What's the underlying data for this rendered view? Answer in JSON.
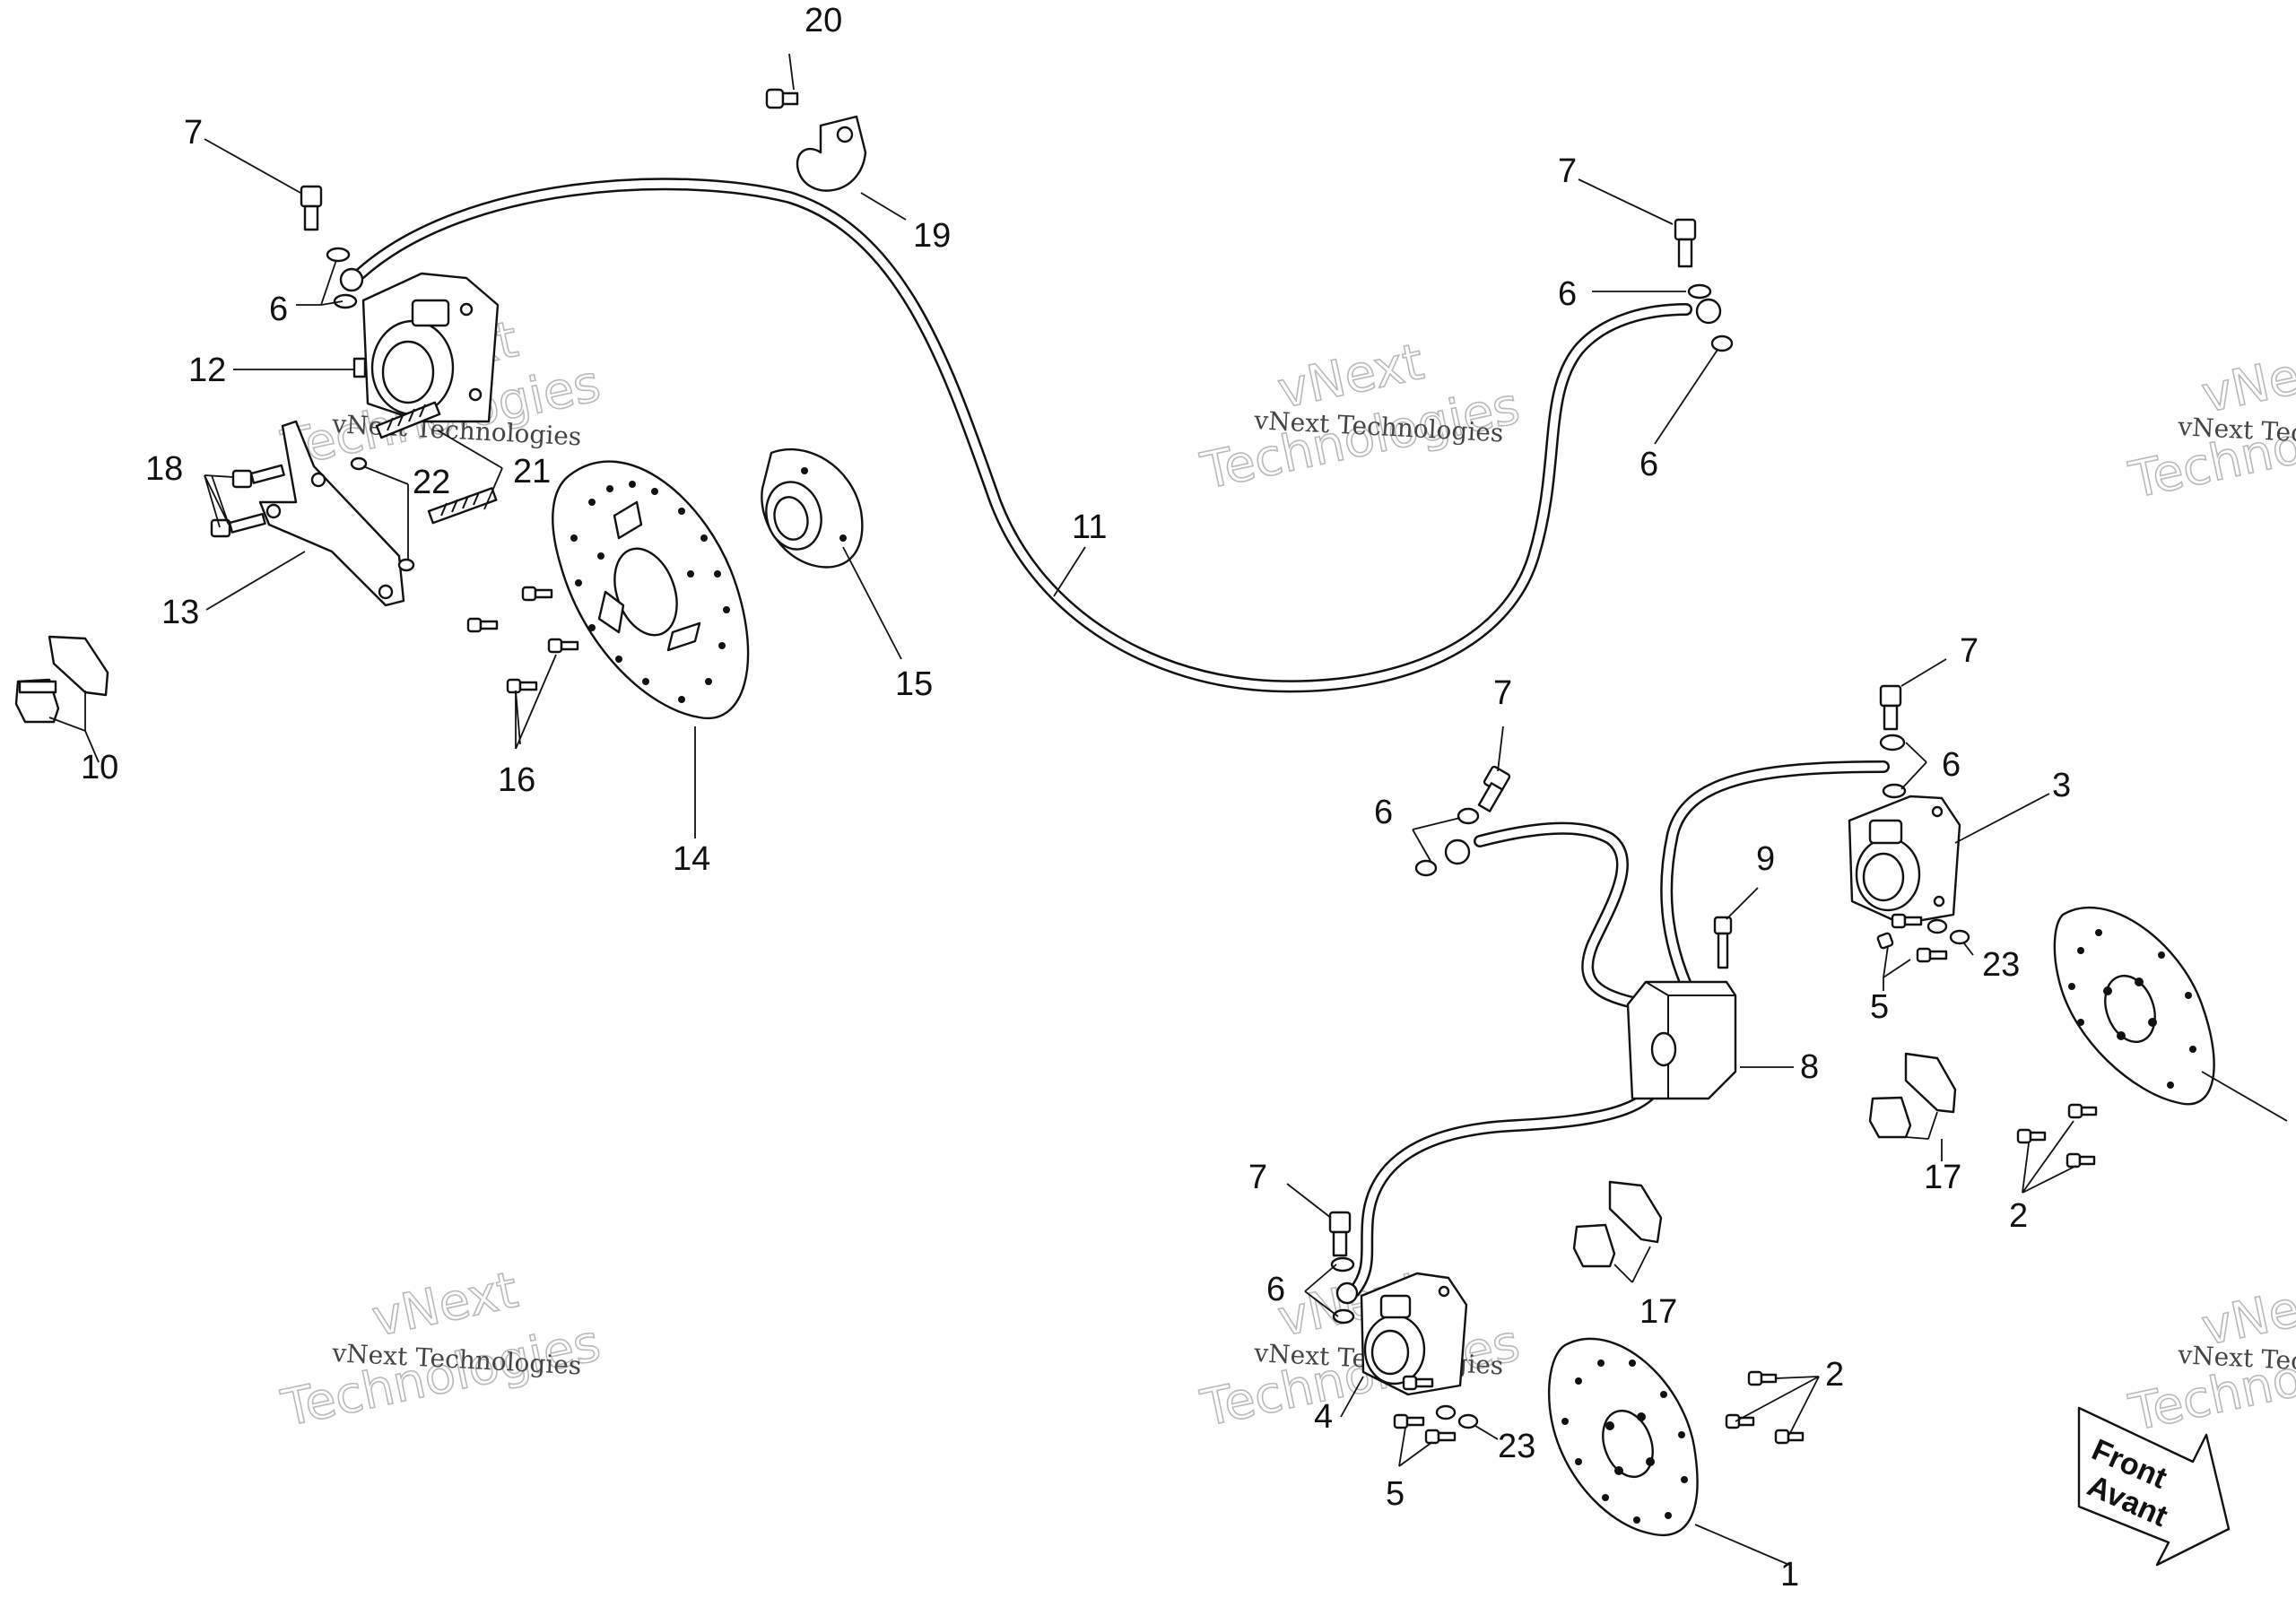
{
  "diagram": {
    "callouts": {
      "c1": "1",
      "c2a": "2",
      "c2b": "2",
      "c3": "3",
      "c4": "4",
      "c5a": "5",
      "c5b": "5",
      "c6a": "6",
      "c6b": "6",
      "c6c": "6",
      "c6d": "6",
      "c6e": "6",
      "c6f": "6",
      "c7a": "7",
      "c7b": "7",
      "c7c": "7",
      "c7d": "7",
      "c7e": "7",
      "c8": "8",
      "c9": "9",
      "c10": "10",
      "c11": "11",
      "c12": "12",
      "c13": "13",
      "c14": "14",
      "c15": "15",
      "c16": "16",
      "c17a": "17",
      "c17b": "17",
      "c18": "18",
      "c19": "19",
      "c20": "20",
      "c21": "21",
      "c22": "22",
      "c23a": "23",
      "c23b": "23"
    },
    "watermark": {
      "line": "vNext Technologies",
      "word1": "vNext",
      "word2": "Technologies"
    },
    "direction_arrow": {
      "line1": "Front",
      "line2": "Avant"
    }
  },
  "colors": {
    "ink": "#111111",
    "paper": "#ffffff",
    "watermark": "#b9b9b9"
  }
}
